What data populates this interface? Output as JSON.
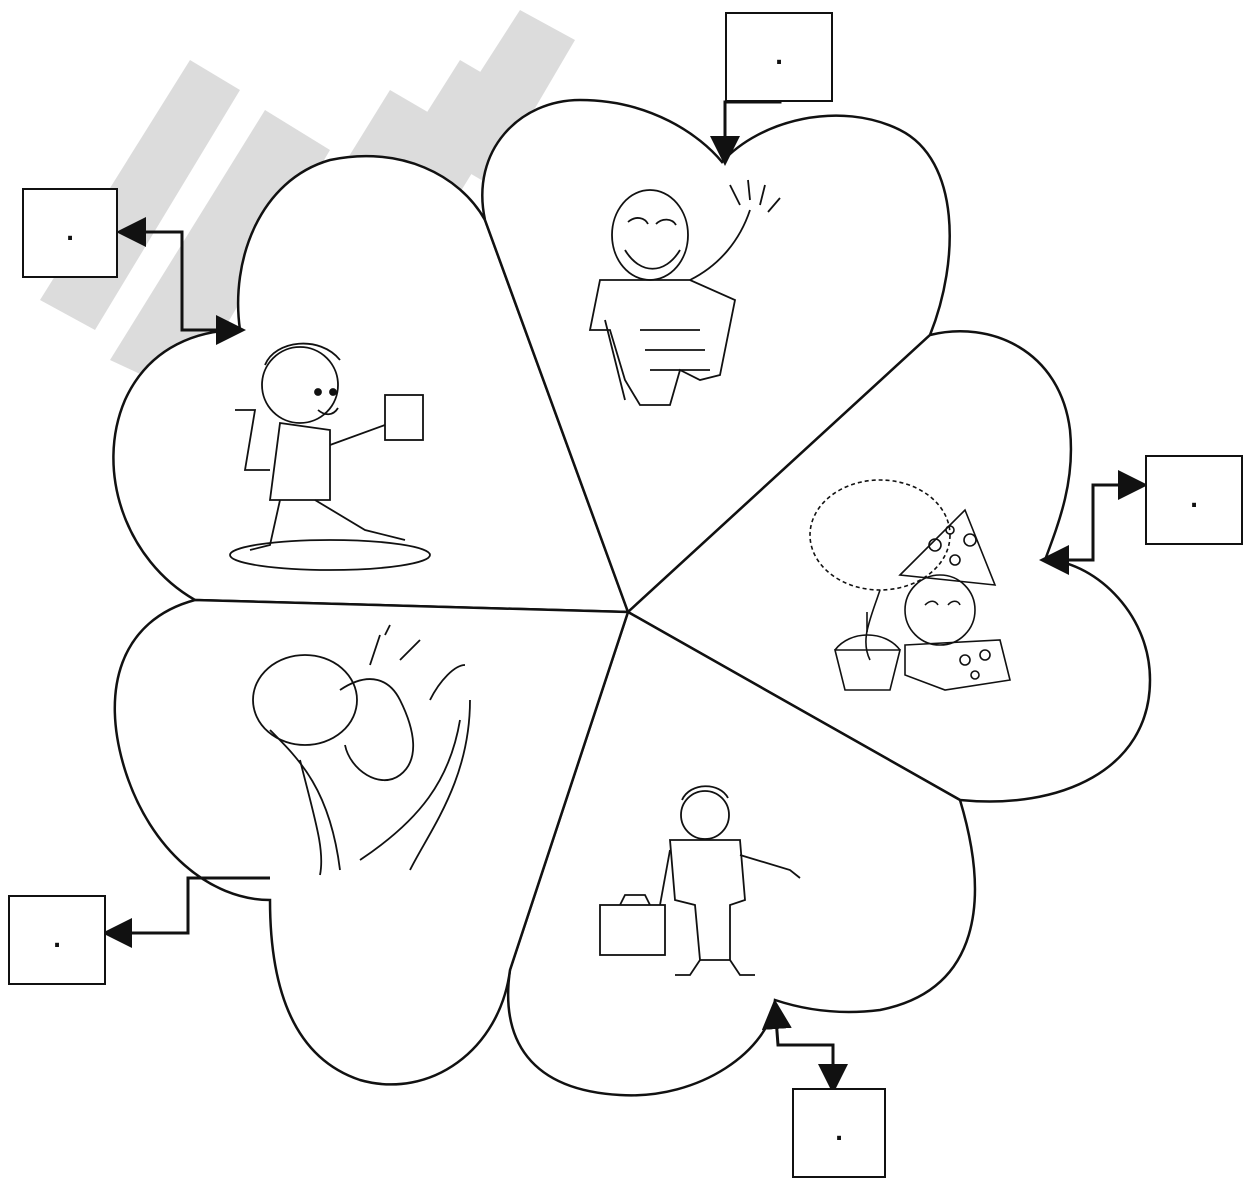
{
  "answer_boxes": [
    {
      "id": "top",
      "text": "."
    },
    {
      "id": "top-left",
      "text": "."
    },
    {
      "id": "right",
      "text": "."
    },
    {
      "id": "bottom-left",
      "text": "."
    },
    {
      "id": "bottom",
      "text": "."
    }
  ],
  "colors": {
    "line": "#111111",
    "watermark": "#d9d9d9",
    "background": "#ffffff"
  }
}
